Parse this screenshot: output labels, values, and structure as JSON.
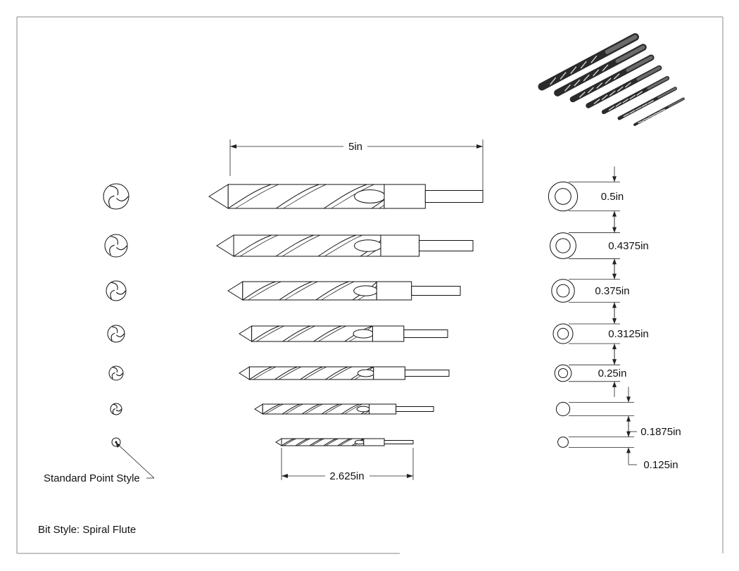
{
  "diagram": {
    "callout_label": "Standard Point Style",
    "style_label": "Bit Style: Spiral Flute",
    "overall_length_label": "5in",
    "shortest_length_label": "2.625in",
    "bits": [
      {
        "diameter_label": "0.5in",
        "diameter_in": 0.5,
        "length_in": 5.0
      },
      {
        "diameter_label": "0.4375in",
        "diameter_in": 0.4375,
        "length_in": 4.5
      },
      {
        "diameter_label": "0.375in",
        "diameter_in": 0.375,
        "length_in": 4.0
      },
      {
        "diameter_label": "0.3125in",
        "diameter_in": 0.3125,
        "length_in": 3.6
      },
      {
        "diameter_label": "0.25in",
        "diameter_in": 0.25,
        "length_in": 3.5
      },
      {
        "diameter_label": "0.1875in",
        "diameter_in": 0.1875,
        "length_in": 3.0
      },
      {
        "diameter_label": "0.125in",
        "diameter_in": 0.125,
        "length_in": 2.625
      }
    ]
  }
}
